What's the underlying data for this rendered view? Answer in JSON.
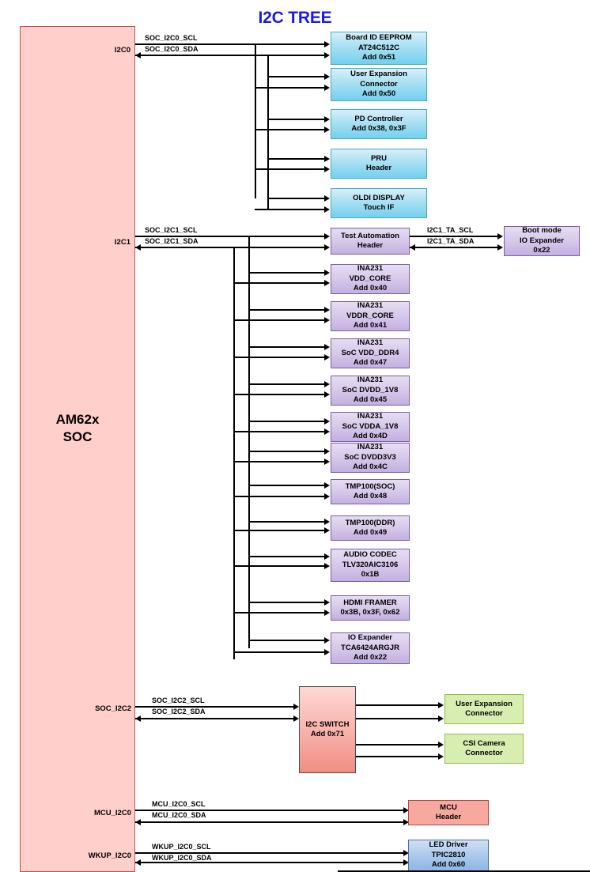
{
  "title": "I2C TREE",
  "soc": {
    "name_line1": "AM62x",
    "name_line2": "SOC",
    "fill_color": "#ffcfcc",
    "border_color": "#c0504d"
  },
  "buses": [
    {
      "id": "i2c0",
      "port_label": "I2C0",
      "scl_label": "SOC_I2C0_SCL",
      "sda_label": "SOC_I2C0_SDA",
      "port_inside_soc": false
    },
    {
      "id": "i2c1",
      "port_label": "I2C1",
      "scl_label": "SOC_I2C1_SCL",
      "sda_label": "SOC_I2C1_SDA",
      "port_inside_soc": false
    },
    {
      "id": "i2c2",
      "port_label": "SOC_I2C2",
      "scl_label": "SOC_I2C2_SCL",
      "sda_label": "SOC_I2C2_SDA",
      "port_inside_soc": true
    },
    {
      "id": "mcu_i2c0",
      "port_label": "MCU_I2C0",
      "scl_label": "MCU_I2C0_SCL",
      "sda_label": "MCU_I2C0_SDA",
      "port_inside_soc": true
    },
    {
      "id": "wkup_i2c0",
      "port_label": "WKUP_I2C0",
      "scl_label": "WKUP_I2C0_SCL",
      "sda_label": "WKUP_I2C0_SDA",
      "port_inside_soc": true
    }
  ],
  "i2c0_devices": [
    {
      "lines": [
        "Board ID EEPROM",
        "AT24C512C",
        "Add 0x51"
      ],
      "color": "blue"
    },
    {
      "lines": [
        "User Expansion",
        "Connector",
        "Add 0x50"
      ],
      "color": "blue"
    },
    {
      "lines": [
        "PD Controller",
        "Add 0x38, 0x3F"
      ],
      "color": "blue"
    },
    {
      "lines": [
        "PRU",
        "Header"
      ],
      "color": "blue"
    },
    {
      "lines": [
        "OLDI DISPLAY",
        "Touch IF"
      ],
      "color": "blue"
    }
  ],
  "i2c1_devices": [
    {
      "lines": [
        "Test Automation",
        "Header"
      ],
      "color": "purple"
    },
    {
      "lines": [
        "INA231",
        "VDD_CORE",
        "Add 0x40"
      ],
      "color": "purple"
    },
    {
      "lines": [
        "INA231",
        "VDDR_CORE",
        "Add 0x41"
      ],
      "color": "purple"
    },
    {
      "lines": [
        "INA231",
        "SoC VDD_DDR4",
        "Add 0x47"
      ],
      "color": "purple"
    },
    {
      "lines": [
        "INA231",
        "SoC DVDD_1V8",
        "Add 0x45"
      ],
      "color": "purple"
    },
    {
      "lines": [
        "INA231",
        "SoC VDDA_1V8",
        "Add 0x4D"
      ],
      "color": "purple"
    },
    {
      "lines": [
        "INA231",
        "SoC DVDD3V3",
        "Add 0x4C"
      ],
      "color": "purple"
    },
    {
      "lines": [
        "TMP100(SOC)",
        "Add 0x48"
      ],
      "color": "purple"
    },
    {
      "lines": [
        "TMP100(DDR)",
        "Add 0x49"
      ],
      "color": "purple"
    },
    {
      "lines": [
        "AUDIO CODEC",
        "TLV320AIC3106",
        "0x1B"
      ],
      "color": "purple"
    },
    {
      "lines": [
        "HDMI FRAMER",
        "0x3B, 0x3F, 0x62"
      ],
      "color": "purple"
    },
    {
      "lines": [
        "IO Expander",
        "TCA6424ARGJR",
        "Add 0x22"
      ],
      "color": "purple"
    }
  ],
  "boot_mode": {
    "lines": [
      "Boot mode",
      "IO Expander",
      "0x22"
    ],
    "color": "purple",
    "scl_label": "I2C1_TA_SCL",
    "sda_label": "I2C1_TA_SDA"
  },
  "i2c_switch": {
    "lines": [
      "I2C SWITCH",
      "Add 0x71"
    ],
    "color": "red"
  },
  "switch_devices": [
    {
      "lines": [
        "User Expansion",
        "Connector"
      ],
      "color": "green"
    },
    {
      "lines": [
        "CSI Camera",
        "Connector"
      ],
      "color": "green"
    }
  ],
  "mcu_device": {
    "lines": [
      "MCU",
      "Header"
    ],
    "color": "salmon"
  },
  "wkup_device": {
    "lines": [
      "LED Driver",
      "TPIC2810",
      "Add 0x60"
    ],
    "color": "steel"
  },
  "colors": {
    "title": "#1a1ae6",
    "blue_box": "#74d0ef",
    "purple_box": "#c3b0e0",
    "green_box": "#d8eeb0",
    "red_box": "#f08d83",
    "salmon_box": "#f7a9a0",
    "steel_box": "#8fb6e4",
    "wire": "#000000"
  }
}
